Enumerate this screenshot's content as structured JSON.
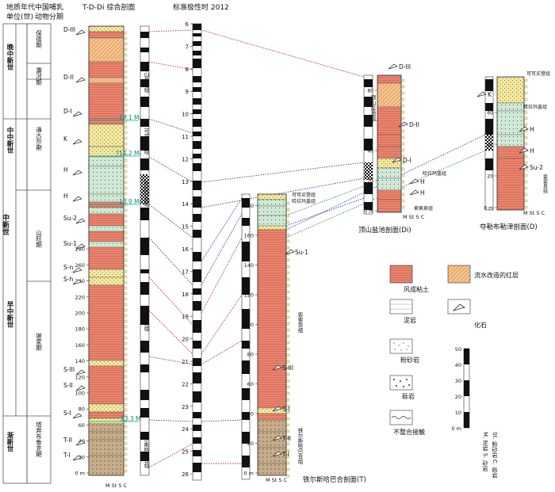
{
  "header": {
    "col1_line1": "地质年代",
    "col1_line2": "单位(世)",
    "col2_line1": "中国哺乳",
    "col2_line2": "动物分期",
    "td_title": "T-D-Di 综合剖面",
    "gpts_title": "标准极性时 2012"
  },
  "epochs": [
    {
      "label": "晚中新世"
    },
    {
      "label": "中中新世"
    },
    {
      "label": "中新世"
    },
    {
      "label": "早中新世"
    },
    {
      "label": "渐新世"
    }
  ],
  "stages": [
    {
      "label": "保德期"
    },
    {
      "label": "灞河期"
    },
    {
      "label": "通古尔期"
    },
    {
      "label": "山旺期"
    },
    {
      "label": "谢家期"
    },
    {
      "label": "塔奔布鲁克期"
    }
  ],
  "td_scale": {
    "ticks": [
      "0 m",
      "20",
      "40",
      "60",
      "80",
      "100",
      "120",
      "140",
      "160",
      "180",
      "200",
      "220",
      "240",
      "260",
      "280"
    ],
    "layers": [
      "D-III",
      "D-II",
      "D-I",
      "K",
      "H",
      "H",
      "Su-2",
      "Su-1",
      "S-n",
      "S-h",
      "S-III",
      "S-II",
      "S-I",
      "T-II",
      "T-I"
    ],
    "ages": [
      "13.1 Ma",
      "?14.2 Ma",
      "16.9 Ma",
      "23.3 Ma"
    ],
    "formations": [
      "顶山盐池组",
      "哈拉玛盖组",
      "可可买登组",
      "索索泉组",
      "铁尔斯哈巴合组"
    ],
    "axis": "M St S C"
  },
  "gpts": {
    "ticks": [
      "6",
      "7",
      "8",
      "9",
      "10",
      "11",
      "12",
      "13",
      "14",
      "15",
      "16",
      "17",
      "18",
      "19",
      "20",
      "21",
      "22",
      "23",
      "24",
      "25",
      "26"
    ]
  },
  "section_t": {
    "ticks": [
      "0 m",
      "20",
      "40",
      "60",
      "80",
      "100",
      "120",
      "140",
      "160",
      "180"
    ],
    "layers": [
      "Su-1",
      "S-III",
      "S-I",
      "T-II",
      "T-I"
    ],
    "formations": [
      "可可买登组",
      "哈拉玛盖组",
      "索索泉组",
      "铁尔斯哈巴合组"
    ],
    "caption": "铁尔斯哈巴合剖面(T)",
    "axis": "M St S C"
  },
  "section_di": {
    "ticks": [
      "0 m",
      "20",
      "40",
      "60",
      "80"
    ],
    "layers": [
      "D-III",
      "D-II",
      "D-I",
      "H",
      "H"
    ],
    "formations": [
      "顶山盐池组",
      "哈拉玛盖组",
      "索索泉组"
    ],
    "caption": "顶山盐池剖面(Di)",
    "axis": "M St S C"
  },
  "section_d": {
    "ticks": [
      "0 m",
      "20",
      "40",
      "60"
    ],
    "layers": [
      "K",
      "H",
      "H",
      "Su-2"
    ],
    "formations": [
      "可可买登组",
      "哈拉玛盖组",
      "索索泉组"
    ],
    "caption": "夺勒布勒津剖面(D)",
    "axis": "M St S C"
  },
  "legend": {
    "items": [
      "风成粘土",
      "流水改造的红层",
      "泥岩",
      "化石",
      "粉砂岩",
      "砾岩",
      "不整合接触"
    ],
    "scale_ticks": [
      "50",
      "40",
      "30",
      "20",
      "10",
      "0 m"
    ],
    "scale_caption": "M. 泥岩  S. 砂岩",
    "scale_caption2": "St. 粉砂岩  C. 砾岩"
  },
  "colors": {
    "eolian": "#e9846f",
    "fluvial": "#f6c38c",
    "silt": "#cfe8d5",
    "sandy": "#f6eb9c",
    "base": "#c8ad8a"
  }
}
